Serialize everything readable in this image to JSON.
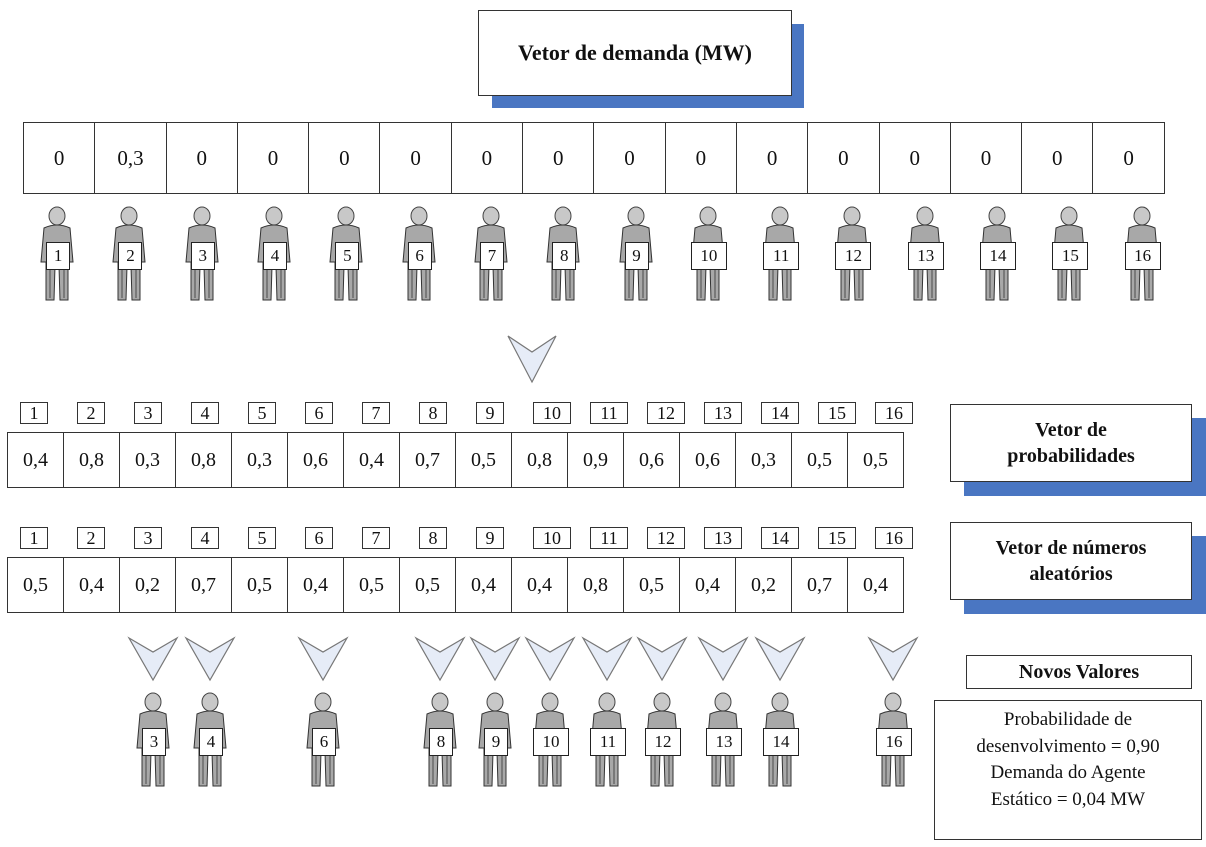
{
  "title": "Vetor de demanda (MW)",
  "demand_values": [
    "0",
    "0,3",
    "0",
    "0",
    "0",
    "0",
    "0",
    "0",
    "0",
    "0",
    "0",
    "0",
    "0",
    "0",
    "0",
    "0"
  ],
  "agents_top": [
    "1",
    "2",
    "3",
    "4",
    "5",
    "6",
    "7",
    "8",
    "9",
    "10",
    "11",
    "12",
    "13",
    "14",
    "15",
    "16"
  ],
  "indices": [
    "1",
    "2",
    "3",
    "4",
    "5",
    "6",
    "7",
    "8",
    "9",
    "10",
    "11",
    "12",
    "13",
    "14",
    "15",
    "16"
  ],
  "prob_vector": {
    "label_line1": "Vetor de",
    "label_line2": "probabilidades",
    "values": [
      "0,4",
      "0,8",
      "0,3",
      "0,8",
      "0,3",
      "0,6",
      "0,4",
      "0,7",
      "0,5",
      "0,8",
      "0,9",
      "0,6",
      "0,6",
      "0,3",
      "0,5",
      "0,5"
    ]
  },
  "random_vector": {
    "label_line1": "Vetor de números",
    "label_line2": "aleatórios",
    "values": [
      "0,5",
      "0,4",
      "0,2",
      "0,7",
      "0,5",
      "0,4",
      "0,5",
      "0,5",
      "0,4",
      "0,4",
      "0,8",
      "0,5",
      "0,4",
      "0,2",
      "0,7",
      "0,4"
    ]
  },
  "agents_bottom": [
    "3",
    "4",
    "6",
    "8",
    "9",
    "10",
    "11",
    "12",
    "13",
    "14",
    "16"
  ],
  "novos_valores": "Novos Valores",
  "info": {
    "line1": "Probabilidade de",
    "line2": "desenvolvimento = 0,90",
    "line3": "Demanda do Agente",
    "line4": "Estático = 0,04 MW"
  },
  "colors": {
    "shadow": "#4a76c2",
    "arrow_fill": "#e6ecf7",
    "person": "#a8a8a8"
  }
}
